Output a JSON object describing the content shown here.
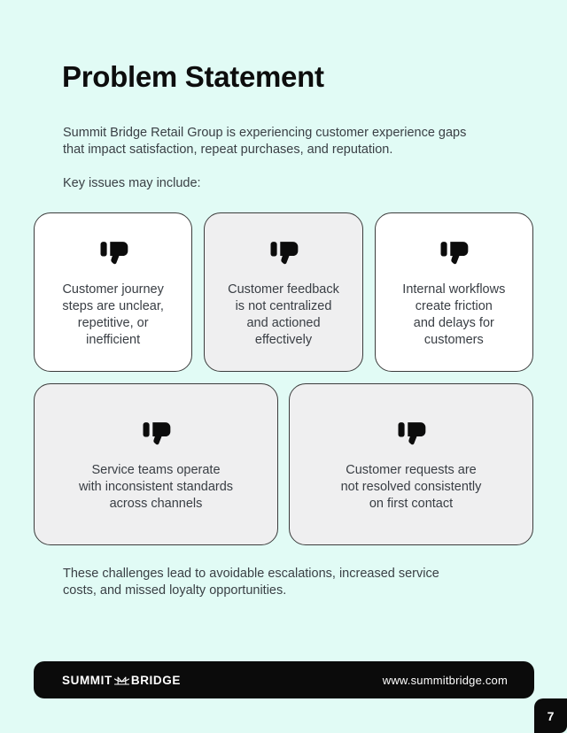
{
  "page": {
    "title": "Problem Statement",
    "intro": "Summit Bridge Retail Group is experiencing customer experience gaps\nthat impact satisfaction, repeat purchases, and reputation.",
    "key_issues_label": "Key issues may include:",
    "closing": "These challenges lead to avoidable escalations, increased service\ncosts, and missed loyalty opportunities.",
    "page_number": "7"
  },
  "cards": {
    "items": [
      {
        "icon": "thumbs-down-icon",
        "text": "Customer journey\nsteps are unclear,\nrepetitive, or\ninefficient"
      },
      {
        "icon": "thumbs-down-icon",
        "text": "Customer feedback\nis not centralized\nand actioned\neffectively"
      },
      {
        "icon": "thumbs-down-icon",
        "text": "Internal workflows\ncreate friction\nand delays for\ncustomers"
      },
      {
        "icon": "thumbs-down-icon",
        "text": "Service teams operate\nwith inconsistent standards\nacross channels"
      },
      {
        "icon": "thumbs-down-icon",
        "text": "Customer requests are\nnot resolved consistently\non first contact"
      }
    ]
  },
  "footer": {
    "brand_left": "SUMMIT",
    "brand_right": "BRIDGE",
    "brand_icon": "bridge-icon",
    "website": "www.summitbridge.com"
  },
  "colors": {
    "background": "#e1fbf5",
    "card_white": "#ffffff",
    "card_gray": "#efeff0",
    "card_border": "#3c3c3c",
    "title_text": "#0d0d0d",
    "body_text": "#3a4045",
    "footer_bg": "#0b0b0b",
    "footer_text": "#ffffff"
  }
}
